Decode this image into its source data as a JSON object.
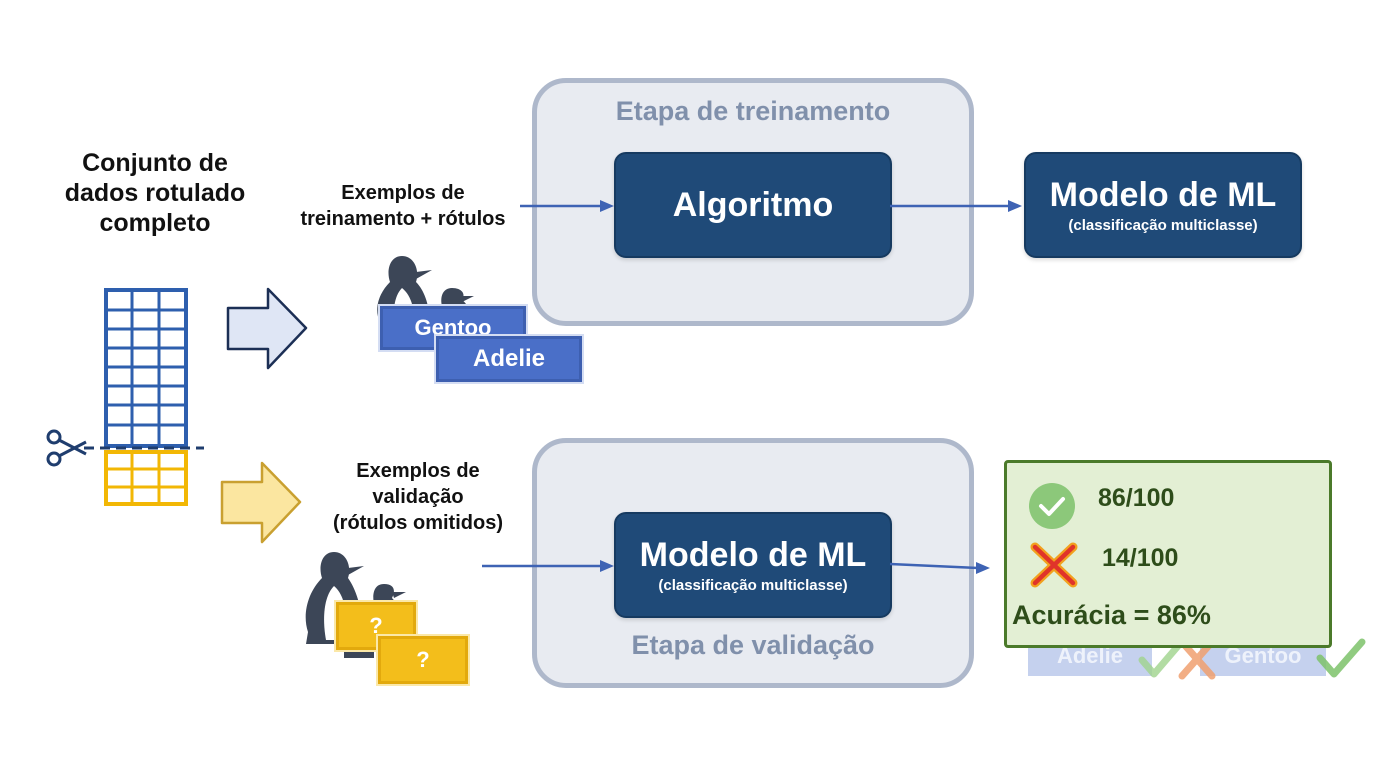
{
  "dataset": {
    "title": "Conjunto de dados rotulado completo"
  },
  "training": {
    "caption_line1": "Exemplos de",
    "caption_line2": "treinamento + rótulos",
    "label_tags": [
      "Gentoo",
      "Adelie"
    ],
    "stage_label": "Etapa de treinamento",
    "algorithm_label": "Algoritmo",
    "model_title": "Modelo de ML",
    "model_subtitle": "(classificação multiclasse)"
  },
  "validation": {
    "caption_line1": "Exemplos de",
    "caption_line2": "validação",
    "caption_line3": "(rótulos omitidos)",
    "unknown_tags": [
      "?",
      "?"
    ],
    "stage_label": "Etapa de validação",
    "model_title": "Modelo de ML",
    "model_subtitle": "(classificação multiclasse)"
  },
  "results": {
    "correct": "86/100",
    "incorrect": "14/100",
    "accuracy": "Acurácia = 86%",
    "faded_tags": [
      "Adelie",
      "Gentoo"
    ]
  },
  "colors": {
    "training_blue": "#2e5fae",
    "validation_yellow": "#f2b705",
    "model_navy": "#1f4a78",
    "stage_gray": "#e8ebf1",
    "result_green": "#e3efd4",
    "correct_green": "#7cc26a",
    "incorrect_red": "#e0342a"
  },
  "icons": [
    "scissors-icon",
    "penguin-icon",
    "check-icon",
    "cross-icon",
    "arrow-icon"
  ]
}
